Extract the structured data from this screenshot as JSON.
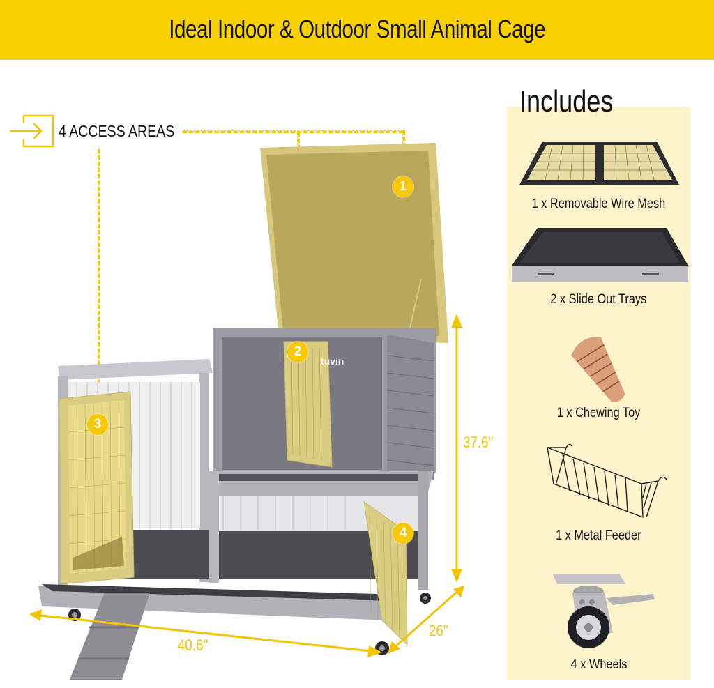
{
  "banner": {
    "title": "Ideal Indoor & Outdoor Small Animal Cage",
    "background_color": "#f9d000"
  },
  "access": {
    "icon": "enter-arrow-icon",
    "label": "4 ACCESS AREAS",
    "markers": [
      "1",
      "2",
      "3",
      "4"
    ],
    "accent_color": "#f8c800"
  },
  "product": {
    "brand_mark": "tuvin",
    "body_color": "#8c8a93",
    "door_color": "#d9cd83"
  },
  "dimensions": {
    "height": "37.6''",
    "width": "40.6''",
    "depth": "26''",
    "color": "#f0c200"
  },
  "includes": {
    "title": "Includes",
    "panel_color": "#fdf4cc",
    "items": [
      {
        "icon": "wire-mesh-icon",
        "label": "1 x Removable Wire Mesh"
      },
      {
        "icon": "tray-icon",
        "label": "2 x Slide Out Trays"
      },
      {
        "icon": "chew-toy-icon",
        "label": "1 x Chewing Toy"
      },
      {
        "icon": "metal-feeder-icon",
        "label": "1 x Metal Feeder"
      },
      {
        "icon": "caster-wheel-icon",
        "label": "4 x Wheels"
      }
    ]
  }
}
